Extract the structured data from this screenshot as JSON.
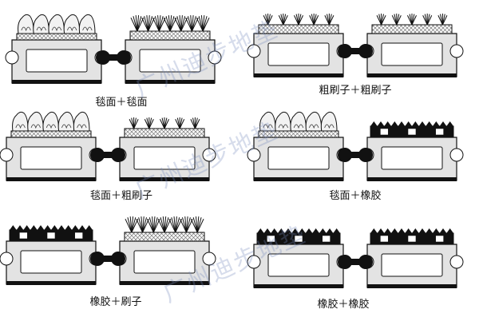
{
  "diagram": {
    "panels": [
      {
        "id": "felt-felt",
        "caption": "毯面＋毯面",
        "left": "felt",
        "right": "brush"
      },
      {
        "id": "brush-brush",
        "caption": "粗刷子＋粗刷子",
        "left": "coarse",
        "right": "coarse"
      },
      {
        "id": "felt-coarse",
        "caption": "毯面＋粗刷子",
        "left": "felt",
        "right": "coarse"
      },
      {
        "id": "felt-rubber",
        "caption": "毯面＋橡胶",
        "left": "felt",
        "right": "rubber"
      },
      {
        "id": "rubber-brush",
        "caption": "橡胶＋刷子",
        "left": "rubber",
        "right": "brush"
      },
      {
        "id": "rubber-rubber",
        "caption": "橡胶＋橡胶",
        "left": "rubber",
        "right": "rubber"
      }
    ],
    "watermark": "广州迪步地垫",
    "colors": {
      "profile_fill": "#e3e3e3",
      "outline": "#111111",
      "mesh": "#888888",
      "base": "#111111"
    }
  }
}
